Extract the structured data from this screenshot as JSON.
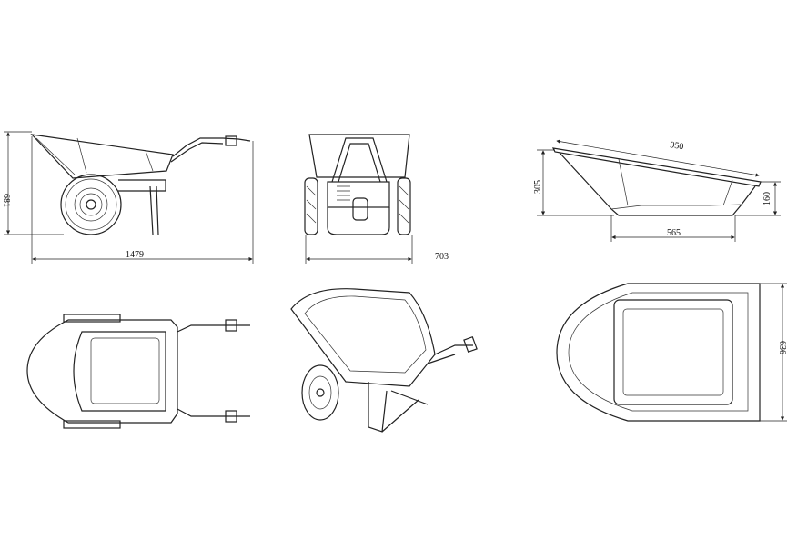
{
  "title": "Wheelbarrow technical drawing",
  "dimensions": {
    "side_height": "681",
    "side_length": "1479",
    "front_width": "703",
    "tray_length": "950",
    "tray_height": "305",
    "tray_front_height": "160",
    "tray_bottom_length": "565",
    "tray_width": "636"
  }
}
